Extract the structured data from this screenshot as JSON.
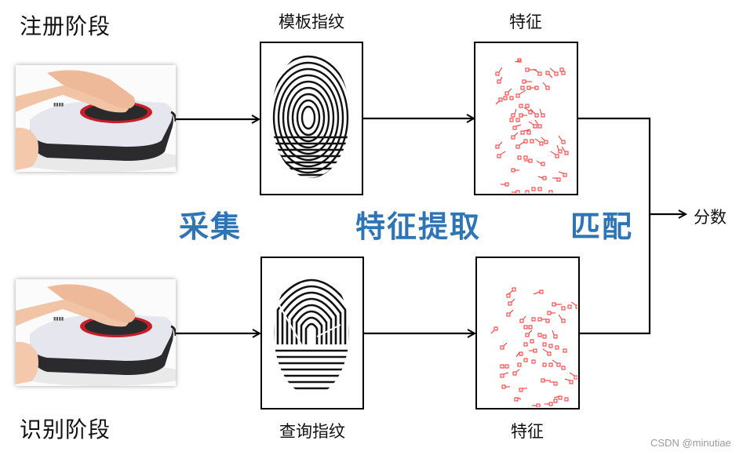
{
  "stages": {
    "enroll_label": "注册阶段",
    "identify_label": "识别阶段"
  },
  "captions": {
    "template_fp": "模板指纹",
    "query_fp": "查询指纹",
    "feature_top": "特征",
    "feature_bottom": "特征"
  },
  "steps": {
    "acquire": "采集",
    "extract": "特征提取",
    "match": "匹配"
  },
  "output": {
    "label": "分数"
  },
  "watermark": "CSDN @minutiae",
  "colors": {
    "step_blue": "#2e75b6",
    "minutiae_red": "#ff2a2a",
    "scanner_ring": "#d0202a"
  }
}
